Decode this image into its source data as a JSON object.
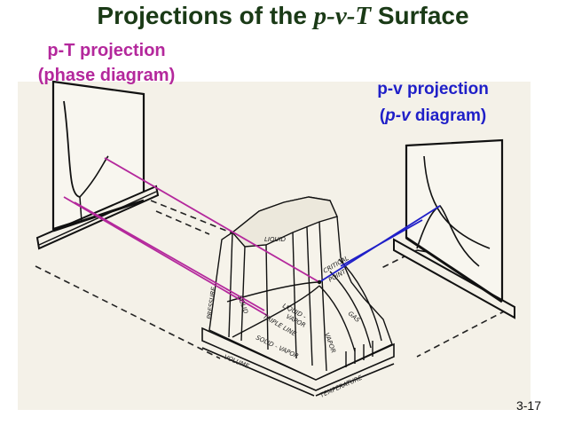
{
  "title": {
    "prefix": "Projections of the",
    "pvt": "p-v-T",
    "suffix": "Surface"
  },
  "pt_label": {
    "line1": "p-T projection",
    "line2": "(phase diagram)"
  },
  "pv_label": {
    "line1": "p-v projection",
    "line2_open": "(",
    "line2_ital": "p-v",
    "line2_close": " diagram)"
  },
  "surface_labels": {
    "liquid": "LIQUID",
    "solid": "SOLID",
    "critical_point_1": "CRITICAL",
    "critical_point_2": "POINT",
    "liquid_vapor_1": "LIQUID -",
    "liquid_vapor_2": "VAPOR",
    "triple_line": "TRIPLE LINE",
    "gas": "GAS",
    "vapor": "VAPOR",
    "solid_vapor": "SOLID - VAPOR",
    "pressure_axis": "PRESSURE",
    "volume_axis": "VOLUME",
    "temperature_axis": "TEMPERATURE"
  },
  "page_number": "3-17",
  "colors": {
    "title": "#1a3a16",
    "pt_projection": "#b4289c",
    "pv_projection": "#1f1fc8",
    "sketch": "#222222",
    "paper": "#f3f0e6"
  }
}
